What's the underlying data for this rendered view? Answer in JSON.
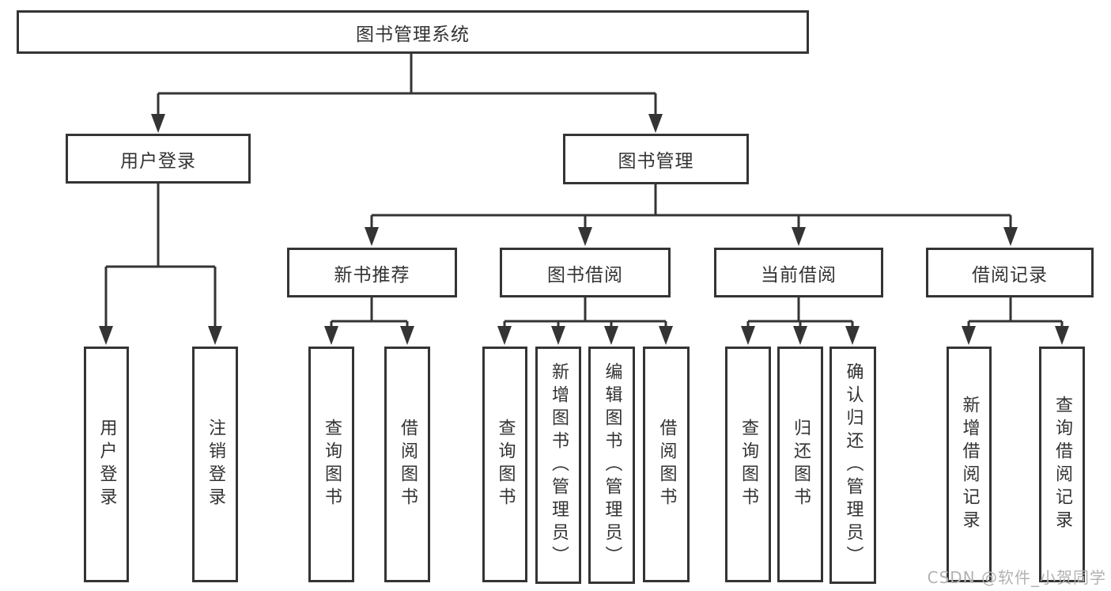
{
  "diagram_title": "图书管理系统",
  "tree": {
    "label": "图书管理系统",
    "children": [
      {
        "label": "用户登录",
        "children": [
          {
            "label": "用户登录"
          },
          {
            "label": "注销登录"
          }
        ]
      },
      {
        "label": "图书管理",
        "children": [
          {
            "label": "新书推荐",
            "children": [
              {
                "label": "查询图书"
              },
              {
                "label": "借阅图书"
              }
            ]
          },
          {
            "label": "图书借阅",
            "children": [
              {
                "label": "查询图书"
              },
              {
                "label": "新增图书（管理员）"
              },
              {
                "label": "编辑图书（管理员）"
              },
              {
                "label": "借阅图书"
              }
            ]
          },
          {
            "label": "当前借阅",
            "children": [
              {
                "label": "查询图书"
              },
              {
                "label": "归还图书"
              },
              {
                "label": "确认归还（管理员）"
              }
            ]
          },
          {
            "label": "借阅记录",
            "children": [
              {
                "label": "新增借阅记录"
              },
              {
                "label": "查询借阅记录"
              }
            ]
          }
        ]
      }
    ]
  },
  "watermark": {
    "text": "CSDN @软件_小贺同学",
    "color": "#b2b2b2"
  },
  "colors": {
    "line": "#343434",
    "box_border": "#343434",
    "text": "#333333",
    "background": "#ffffff"
  }
}
